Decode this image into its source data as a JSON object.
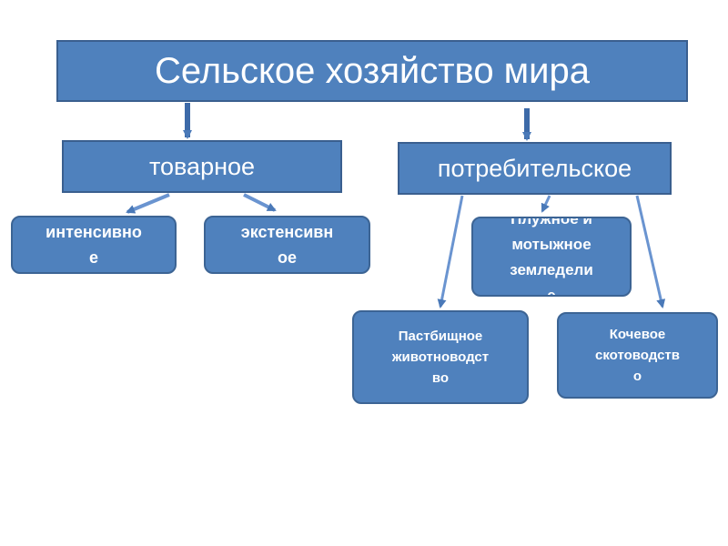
{
  "diagram": {
    "title": "Сельское хозяйство мира",
    "tovarnoe": "товарное",
    "potrebitelskoe": "потребительское",
    "intensive": "интенсивно\nе",
    "extensive": "экстенсивн\nое",
    "plough": "Плужное и\nмотыжное\nземледели\nе",
    "pasture": "Пастбищное\nживотноводст\nво",
    "nomad": "Кочевое\nскотоводств\nо"
  },
  "colors": {
    "box_fill": "#4f81bd",
    "box_border": "#3a5f8f",
    "arrow": "#5b86c5",
    "text": "#ffffff"
  }
}
